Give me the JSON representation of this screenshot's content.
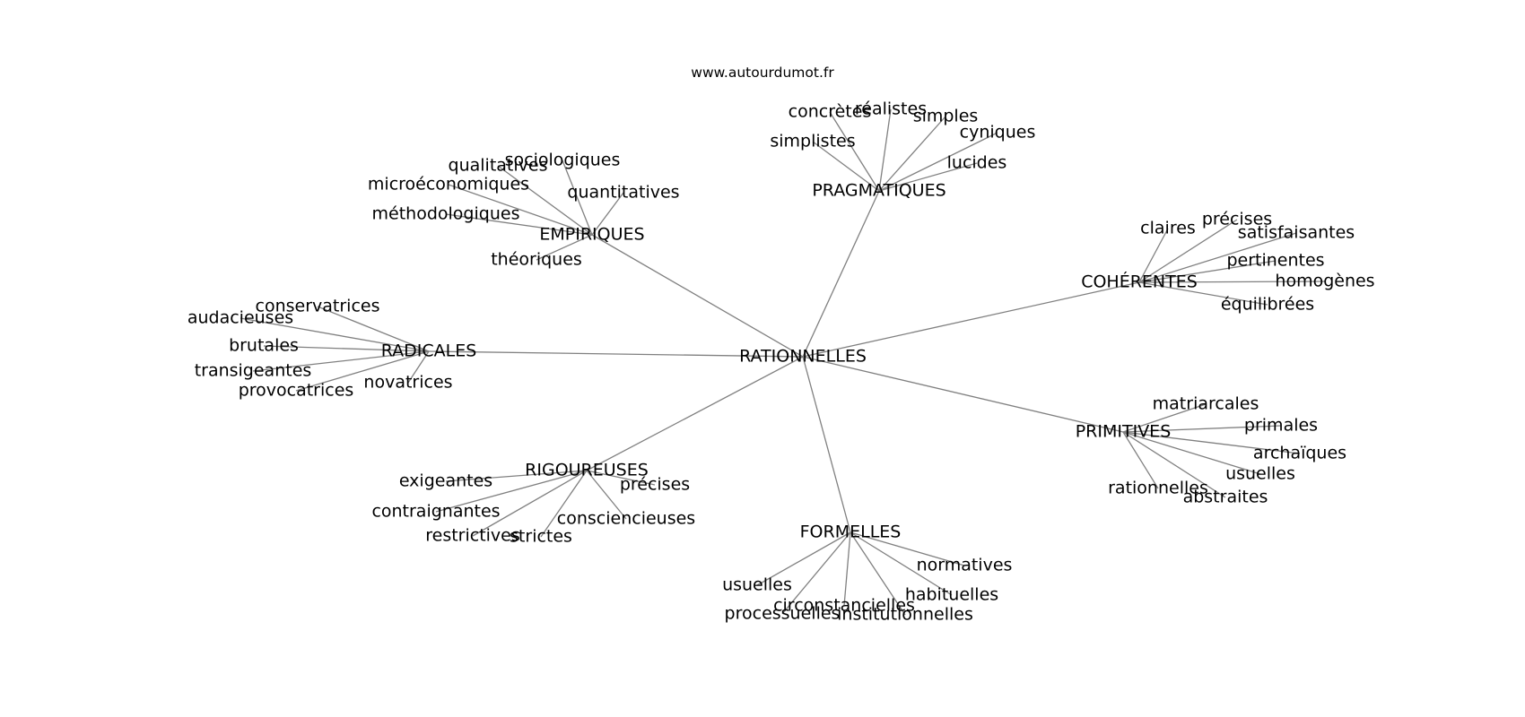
{
  "site": "www.autourdumot.fr",
  "center": "RATIONNELLES",
  "groups": [
    {
      "label": "PRAGMATIQUES",
      "words": [
        "concrètes",
        "réalistes",
        "simples",
        "cyniques",
        "simplistes",
        "lucides"
      ]
    },
    {
      "label": "EMPIRIQUES",
      "words": [
        "sociologiques",
        "qualitatives",
        "microéconomiques",
        "quantitatives",
        "méthodologiques",
        "théoriques"
      ]
    },
    {
      "label": "COHÉRENTES",
      "words": [
        "précises",
        "claires",
        "satisfaisantes",
        "pertinentes",
        "homogènes",
        "équilibrées"
      ]
    },
    {
      "label": "RADICALES",
      "words": [
        "conservatrices",
        "audacieuses",
        "brutales",
        "transigeantes",
        "provocatrices",
        "novatrices"
      ]
    },
    {
      "label": "PRIMITIVES",
      "words": [
        "matriarcales",
        "primales",
        "archaïques",
        "usuelles",
        "rationnelles",
        "abstraites"
      ]
    },
    {
      "label": "RIGOUREUSES",
      "words": [
        "exigeantes",
        "précises",
        "contraignantes",
        "consciencieuses",
        "restrictives",
        "strictes"
      ]
    },
    {
      "label": "FORMELLES",
      "words": [
        "normatives",
        "usuelles",
        "habituelles",
        "circonstancielles",
        "processuelles",
        "institutionnelles"
      ]
    }
  ]
}
